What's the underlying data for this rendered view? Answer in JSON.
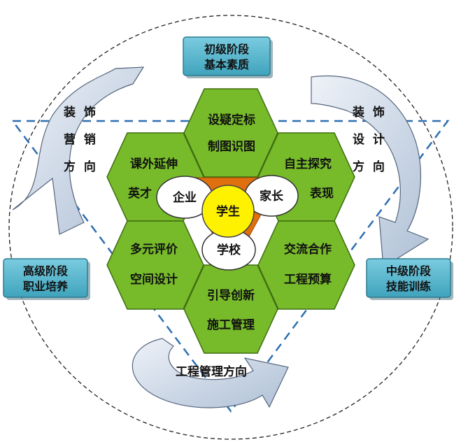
{
  "center": {
    "student": "学生",
    "enterprise": "企业",
    "parent": "家长",
    "school": "学校"
  },
  "hexagons": [
    {
      "id": "top",
      "line1": "设疑定标",
      "line2": "制图识图"
    },
    {
      "id": "upper-left",
      "line1": "课外延伸",
      "line2": "英才"
    },
    {
      "id": "upper-right",
      "line1": "自主探究",
      "line2": "表现"
    },
    {
      "id": "lower-left",
      "line1": "多元评价",
      "line2": "空间设计"
    },
    {
      "id": "lower-right",
      "line1": "交流合作",
      "line2": "工程预算"
    },
    {
      "id": "bottom",
      "line1": "引导创新",
      "line2": "施工管理"
    }
  ],
  "stages": {
    "primary": {
      "line1": "初级阶段",
      "line2": "基本素质"
    },
    "intermediate": {
      "line1": "中级阶段",
      "line2": "技能训练"
    },
    "advanced": {
      "line1": "高级阶段",
      "line2": "职业培养"
    }
  },
  "directions": {
    "left": {
      "row1": "装  饰",
      "row2": "营  销",
      "row3": "方  向"
    },
    "right": {
      "row1": "装  饰",
      "row2": "设  计",
      "row3": "方  向"
    },
    "bottom": "工程管理方向"
  },
  "colors": {
    "hex_fill": "#77BB2A",
    "hex_stroke": "#3F6E12",
    "triangle_fill": "#E0700F",
    "student_fill": "#FFF200",
    "stage_box_fill": "#5DBCD2",
    "arrow_fill": "#C9D6E6",
    "triangle_dash": "#2E6FB0"
  }
}
